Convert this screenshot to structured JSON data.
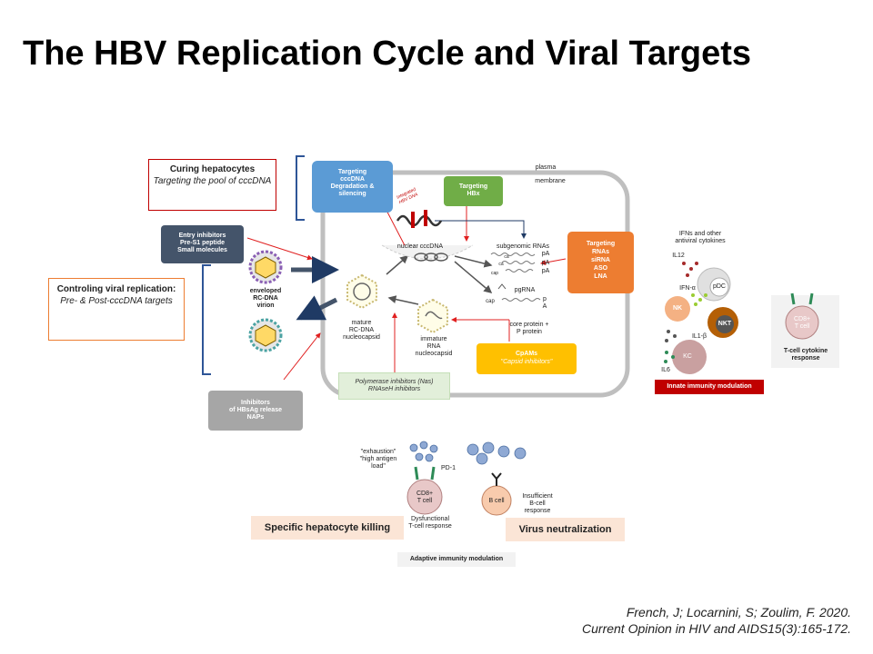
{
  "title": "The HBV Replication Cycle and Viral Targets",
  "boxes": {
    "curing_title": "Curing hepatocytes",
    "curing_sub": "Targeting the pool of cccDNA",
    "controlling_title": "Controling viral replication:",
    "controlling_sub": "Pre- & Post-cccDNA targets",
    "entry": "Entry inhibitors\nPre-S1 peptide\nSmall molecules",
    "targeting_cccdna": "Targeting\ncccDNA\nDegradation &\nsilencing",
    "targeting_hbx": "Targeting\nHBx",
    "targeting_rnas": "Targeting\nRNAs\nsiRNA\nASO\nLNA",
    "cpams_title": "CpAMs",
    "cpams_sub": "\"Capsid inhibitors\"",
    "polymerase": "Polymerase inhibitors (Nas)\nRNAseH inhibitors",
    "hbsag": "Inhibitors\nof HBsAg release\nNAPs",
    "specific_killing": "Specific hepatocyte killing",
    "virus_neutralization": "Virus neutralization",
    "adaptive": "Adaptive immunity modulation",
    "innate": "Innate immunity modulation",
    "tcell_response": "T-cell cytokine\nresponse"
  },
  "labels": {
    "plasma": "plasma",
    "membrane": "membrane",
    "integrated": "Integrated\nHBV DNA",
    "nuclear_cccdna": "nuclear cccDNA",
    "subgenomic": "subgenomic RNAs",
    "pA1": "pA",
    "pA2": "pA",
    "pA3": "pA",
    "cap1": "ca",
    "cap2": "ca",
    "cap3": "cap",
    "pgrna": "pgRNA",
    "cap_pg": "cap",
    "pA_pg": "p\nA",
    "core_protein": "core protein +\nP protein",
    "enveloped": "enveloped\nRC-DNA\nvirion",
    "mature": "mature\nRC-DNA\nnucleocapsid",
    "immature": "immature\nRNA\nnucleocapsid",
    "ifns": "IFNs and other\nantiviral cytokines",
    "il12": "IL12",
    "ifn_a": "IFN-α",
    "pdc": "pDC",
    "nk": "NK",
    "nkt": "NKT",
    "il1b": "IL1-β",
    "kc": "KC",
    "il6": "IL6",
    "cd8_right": "CD8+\nT cell",
    "exhaustion": "\"exhaustion\"\n\"high antigen\nload\"",
    "pd1": "PD-1",
    "cd8_bottom": "CD8+\nT cell",
    "dysfunctional": "Dysfunctional\nT-cell response",
    "bcell": "B cell",
    "insufficient": "Insufficient\nB-cell\nresponse"
  },
  "citation": {
    "line1": "French, J; Locarnini, S; Zoulim, F. 2020.",
    "line2": "Current Opinion in HIV and AIDS15(3):165-172."
  },
  "colors": {
    "blue_box": "#5b9bd5",
    "green_box": "#70ad47",
    "orange_box": "#ed7d31",
    "gold_box": "#ffc000",
    "dark_box": "#44546a",
    "grey_box": "#a6a6a6",
    "peach_box": "#fbe5d6",
    "red_arrow": "#e02020"
  }
}
